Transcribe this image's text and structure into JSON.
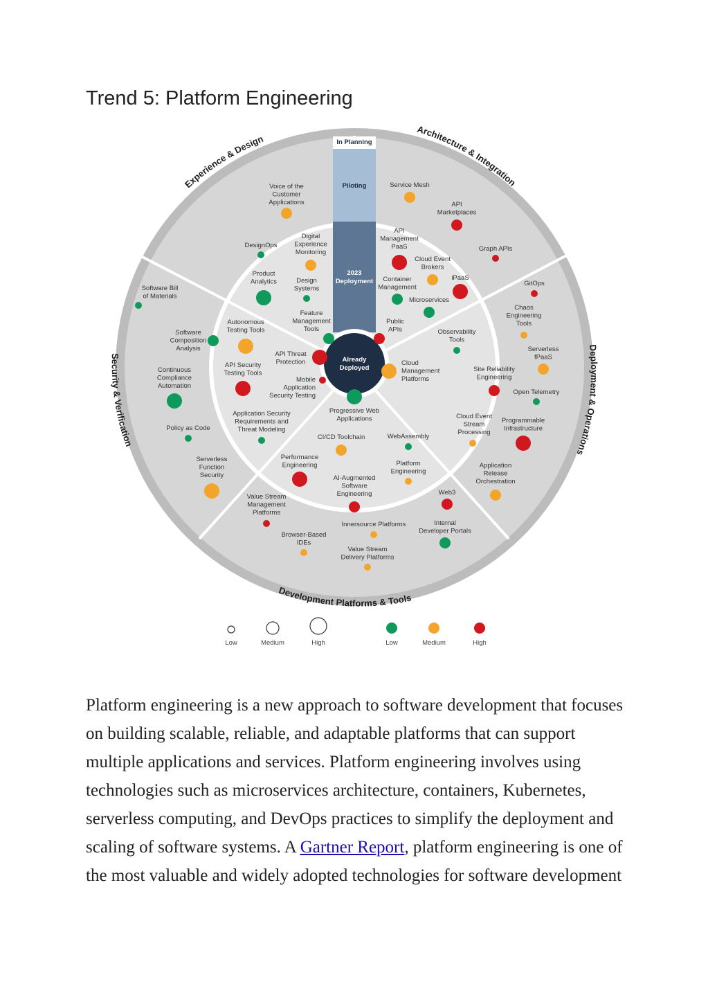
{
  "heading": "Trend 5: Platform Engineering",
  "figure": {
    "stages": {
      "in_planning": "In Planning",
      "piloting": "Piloting",
      "deployment_2023_line1": "2023",
      "deployment_2023_line2": "Deployment",
      "already_deployed_line1": "Already",
      "already_deployed_line2": "Deployed"
    },
    "segments": {
      "experience_design": "Experience & Design",
      "architecture_integration": "Architecture & Integration",
      "deployment_operations": "Deployment & Operations",
      "development_platforms_tools": "Development Platforms & Tools",
      "security_verification": "Security & Verification"
    },
    "colors": {
      "low": "#0f9a5c",
      "medium": "#f2a52a",
      "high": "#d2181f",
      "ring_outer": "#bcbcbc",
      "ring_mid": "#d6d6d6",
      "ring_inner": "#e6e6e6",
      "piloting_band": "#a6bdd6",
      "deployment_band": "#5d7694",
      "center": "#1e2e44"
    },
    "technologies": [
      {
        "name": [
          "Voice of the",
          "Customer",
          "Applications"
        ],
        "impact": "medium",
        "benefit": "Medium"
      },
      {
        "name": [
          "Service Mesh"
        ],
        "impact": "medium",
        "benefit": "Medium"
      },
      {
        "name": [
          "API",
          "Marketplaces"
        ],
        "impact": "high",
        "benefit": "Medium"
      },
      {
        "name": [
          "Graph APIs"
        ],
        "impact": "high",
        "benefit": "Low"
      },
      {
        "name": [
          "GitOps"
        ],
        "impact": "high",
        "benefit": "Low"
      },
      {
        "name": [
          "Chaos",
          "Engineering",
          "Tools"
        ],
        "impact": "medium",
        "benefit": "Low"
      },
      {
        "name": [
          "Serverless",
          "fPaaS"
        ],
        "impact": "medium",
        "benefit": "Medium"
      },
      {
        "name": [
          "Open Telemetry"
        ],
        "impact": "low",
        "benefit": "Low"
      },
      {
        "name": [
          "Programmable",
          "Infrastructure"
        ],
        "impact": "high",
        "benefit": "High"
      },
      {
        "name": [
          "Application",
          "Release",
          "Orchestration"
        ],
        "impact": "medium",
        "benefit": "Medium"
      },
      {
        "name": [
          "Web3"
        ],
        "impact": "high",
        "benefit": "Medium"
      },
      {
        "name": [
          "Internal",
          "Developer Portals"
        ],
        "impact": "low",
        "benefit": "Medium"
      },
      {
        "name": [
          "Innersource Platforms"
        ],
        "impact": "medium",
        "benefit": "Low"
      },
      {
        "name": [
          "Value Stream",
          "Delivery Platforms"
        ],
        "impact": "medium",
        "benefit": "Low"
      },
      {
        "name": [
          "Browser-Based",
          "IDEs"
        ],
        "impact": "medium",
        "benefit": "Low"
      },
      {
        "name": [
          "Value Stream",
          "Management",
          "Platforms"
        ],
        "impact": "high",
        "benefit": "Low"
      },
      {
        "name": [
          "Serverless",
          "Function",
          "Security"
        ],
        "impact": "medium",
        "benefit": "High"
      },
      {
        "name": [
          "Policy as Code"
        ],
        "impact": "low",
        "benefit": "Low"
      },
      {
        "name": [
          "Continuous",
          "Compliance",
          "Automation"
        ],
        "impact": "low",
        "benefit": "High"
      },
      {
        "name": [
          "Software",
          "Composition",
          "Analysis"
        ],
        "impact": "low",
        "benefit": "Medium"
      },
      {
        "name": [
          "Software Bill",
          "of Materials"
        ],
        "impact": "low",
        "benefit": "Low"
      },
      {
        "name": [
          "DesignOps"
        ],
        "impact": "low",
        "benefit": "Low"
      },
      {
        "name": [
          "Digital",
          "Experience",
          "Monitoring"
        ],
        "impact": "medium",
        "benefit": "Medium"
      },
      {
        "name": [
          "Product",
          "Analytics"
        ],
        "impact": "low",
        "benefit": "High"
      },
      {
        "name": [
          "Design",
          "Systems"
        ],
        "impact": "low",
        "benefit": "Low"
      },
      {
        "name": [
          "API",
          "Management",
          "PaaS"
        ],
        "impact": "high",
        "benefit": "High"
      },
      {
        "name": [
          "Cloud Event",
          "Brokers"
        ],
        "impact": "medium",
        "benefit": "Medium"
      },
      {
        "name": [
          "iPaaS"
        ],
        "impact": "high",
        "benefit": "High"
      },
      {
        "name": [
          "Container",
          "Management"
        ],
        "impact": "low",
        "benefit": "Medium"
      },
      {
        "name": [
          "Microservices"
        ],
        "impact": "low",
        "benefit": "Medium"
      },
      {
        "name": [
          "Feature",
          "Management",
          "Tools"
        ],
        "impact": "low",
        "benefit": "Medium"
      },
      {
        "name": [
          "Public",
          "APIs"
        ],
        "impact": "high",
        "benefit": "Medium"
      },
      {
        "name": [
          "Autonomous",
          "Testing Tools"
        ],
        "impact": "medium",
        "benefit": "High"
      },
      {
        "name": [
          "Observability",
          "Tools"
        ],
        "impact": "low",
        "benefit": "Low"
      },
      {
        "name": [
          "API Threat",
          "Protection"
        ],
        "impact": "high",
        "benefit": "High"
      },
      {
        "name": [
          "Cloud",
          "Management",
          "Platforms"
        ],
        "impact": "medium",
        "benefit": "High"
      },
      {
        "name": [
          "Site Reliability",
          "Engineering"
        ],
        "impact": "high",
        "benefit": "Medium"
      },
      {
        "name": [
          "API Security",
          "Testing Tools"
        ],
        "impact": "high",
        "benefit": "High"
      },
      {
        "name": [
          "Mobile",
          "Application",
          "Security Testing"
        ],
        "impact": "high",
        "benefit": "Low"
      },
      {
        "name": [
          "Progressive Web",
          "Applications"
        ],
        "impact": "low",
        "benefit": "High"
      },
      {
        "name": [
          "Application Security",
          "Requirements and",
          "Threat Modeling"
        ],
        "impact": "low",
        "benefit": "Low"
      },
      {
        "name": [
          "CI/CD Toolchain"
        ],
        "impact": "medium",
        "benefit": "Medium"
      },
      {
        "name": [
          "WebAssembly"
        ],
        "impact": "low",
        "benefit": "Low"
      },
      {
        "name": [
          "Cloud Event",
          "Stream",
          "Processing"
        ],
        "impact": "medium",
        "benefit": "Low"
      },
      {
        "name": [
          "Performance",
          "Engineering"
        ],
        "impact": "high",
        "benefit": "High"
      },
      {
        "name": [
          "Platform",
          "Engineering"
        ],
        "impact": "medium",
        "benefit": "Low"
      },
      {
        "name": [
          "AI-Augmented",
          "Software",
          "Engineering"
        ],
        "impact": "high",
        "benefit": "Medium"
      }
    ],
    "legend": {
      "size": [
        "Low",
        "Medium",
        "High"
      ],
      "color": [
        "Low",
        "Medium",
        "High"
      ]
    }
  },
  "paragraph": {
    "before_link": "Platform engineering is a new approach to software development that focuses on building scalable, reliable, and adaptable platforms that can support multiple applications and services. Platform engineering involves using technologies such as microservices architecture, containers, Kubernetes, serverless computing, and DevOps practices to simplify the deployment and scaling of software systems. A ",
    "link_text": "Gartner Report",
    "after_link": ", platform engineering is one of the most valuable and widely adopted technologies for software development"
  }
}
